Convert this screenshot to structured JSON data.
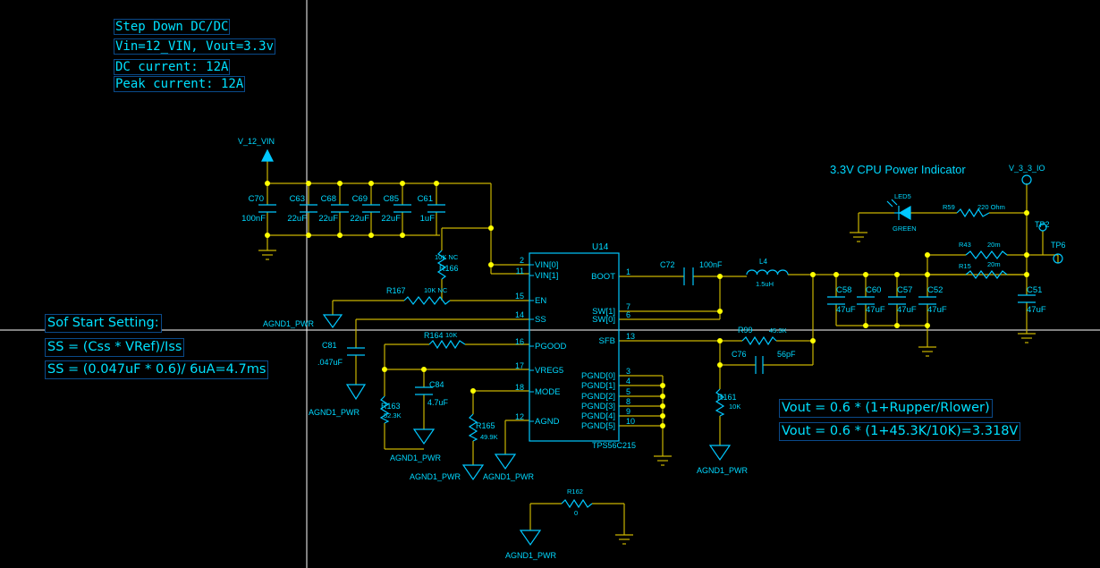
{
  "notes": {
    "design_lines": [
      "Step Down DC/DC",
      "Vin=12_VIN, Vout=3.3v",
      "DC current: 12A",
      "Peak current: 12A"
    ],
    "softstart_lines": [
      "Sof Start Setting:",
      "SS = (Css * VRef)/Iss",
      "SS = (0.047uF * 0.6)/ 6uA=4.7ms"
    ],
    "vout_lines": [
      "Vout = 0.6 * (1+Rupper/Rlower)",
      "Vout = 0.6 * (1+45.3K/10K)=3.318V"
    ]
  },
  "indicator_title": "3.3V CPU Power Indicator",
  "nets": {
    "vin": "V_12_VIN",
    "vout": "V_3_3_IO",
    "tp1": "TP2",
    "tp2": "TP6",
    "agnd": "AGND1_PWR"
  },
  "ic": {
    "ref": "U14",
    "part": "TPS56C215",
    "left_pins": [
      {
        "num": "2",
        "name": "VIN[0]"
      },
      {
        "num": "11",
        "name": "VIN[1]"
      },
      {
        "num": "15",
        "name": "EN"
      },
      {
        "num": "14",
        "name": "SS"
      },
      {
        "num": "16",
        "name": "PGOOD"
      },
      {
        "num": "17",
        "name": "VREG5"
      },
      {
        "num": "18",
        "name": "MODE"
      },
      {
        "num": "12",
        "name": "AGND"
      }
    ],
    "right_pins": [
      {
        "num": "1",
        "name": "BOOT"
      },
      {
        "num": "7",
        "name": "SW[1]"
      },
      {
        "num": "6",
        "name": "SW[0]"
      },
      {
        "num": "13",
        "name": "SFB"
      },
      {
        "num": "3",
        "name": "PGND[0]"
      },
      {
        "num": "4",
        "name": "PGND[1]"
      },
      {
        "num": "5",
        "name": "PGND[2]"
      },
      {
        "num": "8",
        "name": "PGND[3]"
      },
      {
        "num": "9",
        "name": "PGND[4]"
      },
      {
        "num": "10",
        "name": "PGND[5]"
      }
    ]
  },
  "input_caps": [
    {
      "ref": "C70",
      "value": "100nF"
    },
    {
      "ref": "C63",
      "value": "22uF"
    },
    {
      "ref": "C68",
      "value": "22uF"
    },
    {
      "ref": "C69",
      "value": "22uF"
    },
    {
      "ref": "C85",
      "value": "22uF"
    },
    {
      "ref": "C61",
      "value": "1uF"
    }
  ],
  "output_caps": [
    {
      "ref": "C58",
      "value": "47uF"
    },
    {
      "ref": "C60",
      "value": "47uF"
    },
    {
      "ref": "C57",
      "value": "47uF"
    },
    {
      "ref": "C52",
      "value": "47uF"
    },
    {
      "ref": "C51",
      "value": "47uF"
    }
  ],
  "parts": {
    "r166": {
      "ref": "R166",
      "value": "10K NC"
    },
    "r167": {
      "ref": "R167",
      "value": "10K NC"
    },
    "c81": {
      "ref": "C81",
      "value": ".047uF"
    },
    "r164": {
      "ref": "R164",
      "value": "10K"
    },
    "c84": {
      "ref": "C84",
      "value": "4.7uF"
    },
    "r163": {
      "ref": "R163",
      "value": "52.3K"
    },
    "r165": {
      "ref": "R165",
      "value": "49.9K"
    },
    "c72": {
      "ref": "C72",
      "value": "100nF"
    },
    "l4": {
      "ref": "L4",
      "value": "1.5uH"
    },
    "r99": {
      "ref": "R99",
      "value": "45.3K"
    },
    "c76": {
      "ref": "C76",
      "value": "56pF"
    },
    "r161": {
      "ref": "R161",
      "value": "10K"
    },
    "r162": {
      "ref": "R162",
      "value": "0"
    },
    "r59": {
      "ref": "R59",
      "value": "220 Ohm"
    },
    "r43": {
      "ref": "R43",
      "value": "20m"
    },
    "r15": {
      "ref": "R15",
      "value": "20m"
    },
    "led5": {
      "ref": "LED5",
      "value": "GREEN"
    }
  },
  "colors": {
    "wire": "#c9b400",
    "component": "#00c8ff",
    "junction": "#ffff00",
    "text": "#00d8ff",
    "background": "#000000",
    "crosshair": "#ffffff"
  }
}
